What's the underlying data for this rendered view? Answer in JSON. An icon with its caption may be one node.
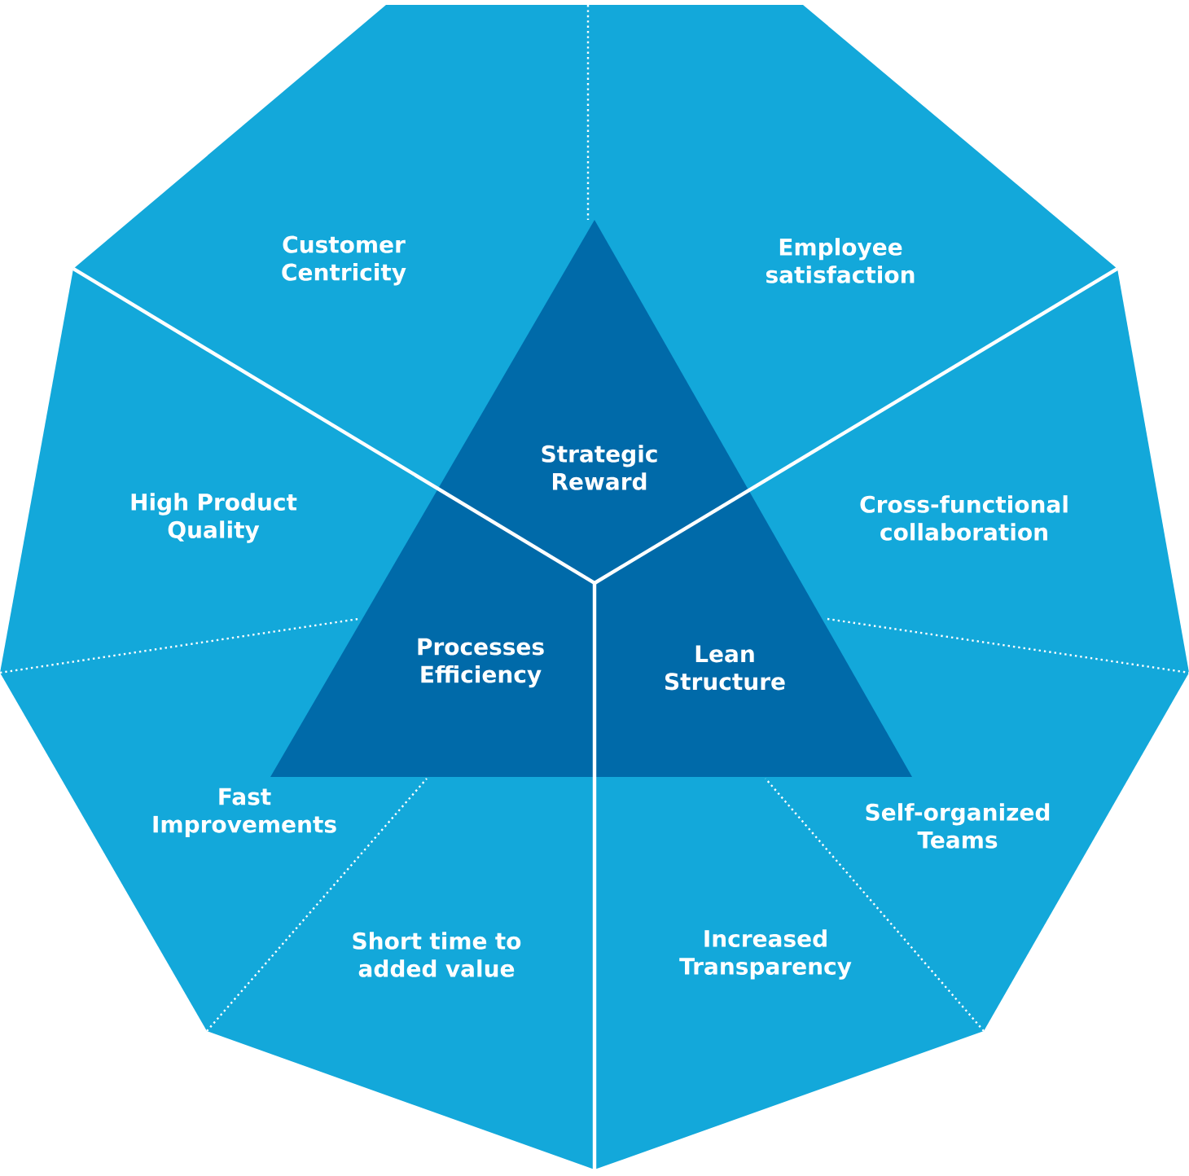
{
  "diagram": {
    "nodes": [
      {
        "text": [
          "Customer Centricity"
        ]
      },
      {
        "text": [
          "Employee satisfaction"
        ]
      },
      {
        "text": [
          "Strategic Reward"
        ]
      },
      {
        "text": [
          "High Product Quality"
        ]
      },
      {
        "text": [
          "Cross-functional collaboration"
        ]
      },
      {
        "text": [
          "Processes Efficiency"
        ]
      },
      {
        "text": [
          "Lean Structure"
        ]
      },
      {
        "text": [
          "Fast Improvements"
        ]
      },
      {
        "text": [
          "Self-organized Teams"
        ]
      },
      {
        "text": [
          "Short time to added value"
        ]
      },
      {
        "text": [
          "Increased Transparency"
        ]
      }
    ]
  }
}
